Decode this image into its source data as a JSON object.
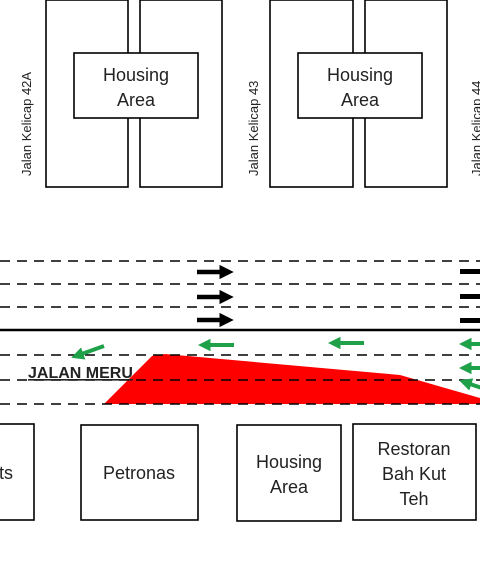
{
  "streets": {
    "left": "Jalan Kelicap 42A",
    "middle": "Jalan Kelicap 43",
    "right": "Jalan Kelicap 44"
  },
  "top_blocks": {
    "left_label_line1": "Housing",
    "left_label_line2": "Area",
    "right_label_line1": "Housing",
    "right_label_line2": "Area"
  },
  "road_name": "JALAN MERU",
  "bottom_blocks": {
    "far_left_partial": "ts",
    "petronas": "Petronas",
    "housing_line1": "Housing",
    "housing_line2": "Area",
    "restoran_line1": "Restoran",
    "restoran_line2": "Bah Kut",
    "restoran_line3": "Teh"
  },
  "colors": {
    "highlight_zone": "#ff0000",
    "arrow_westbound": "#1fa14a",
    "arrow_eastbound": "#000000",
    "lines": "#000000"
  },
  "icons": [
    "east-arrow-icon",
    "west-arrow-icon"
  ]
}
